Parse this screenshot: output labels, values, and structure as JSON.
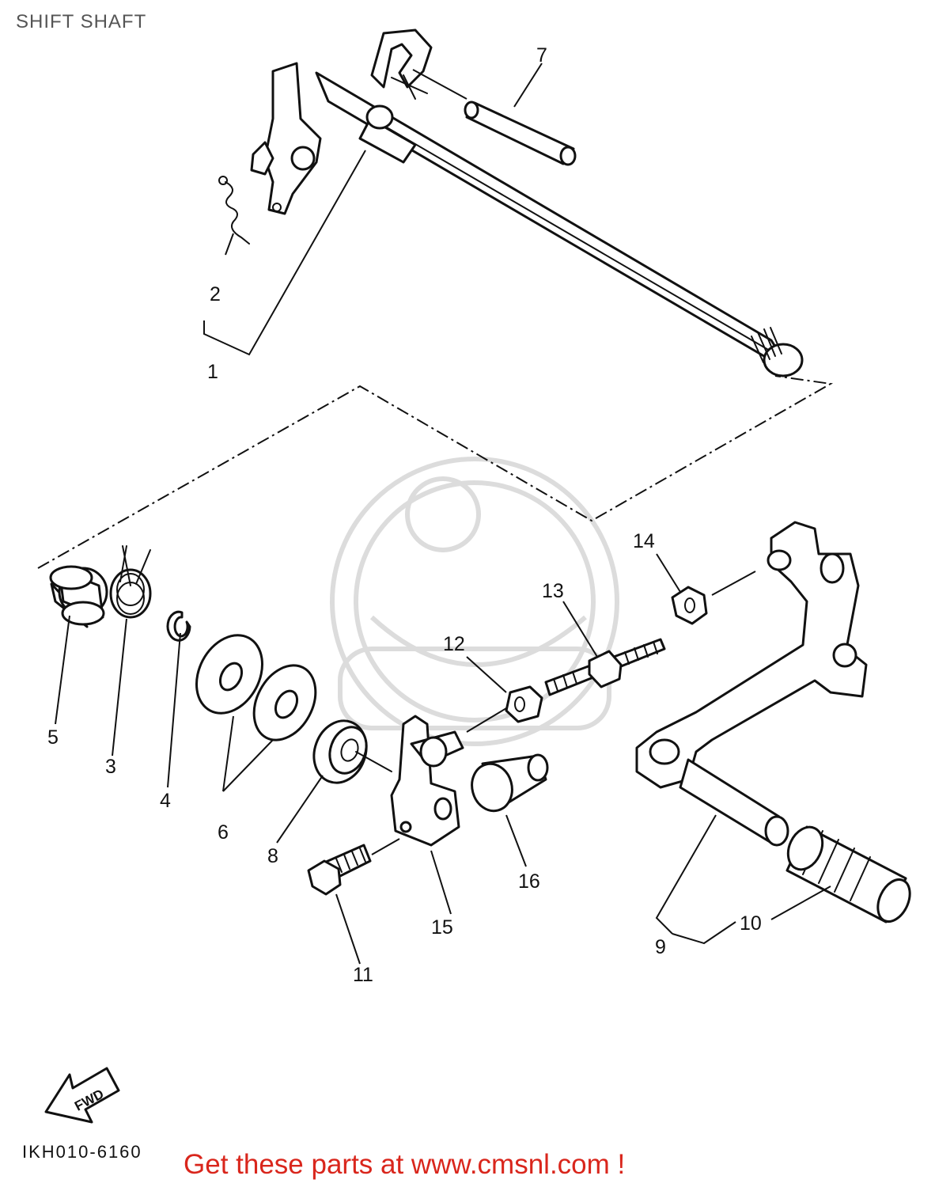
{
  "header": {
    "title": "SHIFT SHAFT"
  },
  "diagram": {
    "callouts": [
      {
        "id": "1",
        "label": "1"
      },
      {
        "id": "2",
        "label": "2"
      },
      {
        "id": "3",
        "label": "3"
      },
      {
        "id": "4",
        "label": "4"
      },
      {
        "id": "5",
        "label": "5"
      },
      {
        "id": "6",
        "label": "6"
      },
      {
        "id": "7",
        "label": "7"
      },
      {
        "id": "8",
        "label": "8"
      },
      {
        "id": "9",
        "label": "9"
      },
      {
        "id": "10",
        "label": "10"
      },
      {
        "id": "11",
        "label": "11"
      },
      {
        "id": "12",
        "label": "12"
      },
      {
        "id": "13",
        "label": "13"
      },
      {
        "id": "14",
        "label": "14"
      },
      {
        "id": "15",
        "label": "15"
      },
      {
        "id": "16",
        "label": "16"
      }
    ],
    "fwd_label": "FWD",
    "part_code": "IKH010-6160"
  },
  "footer": {
    "link_text": "Get these parts at www.cmsnl.com !"
  },
  "colors": {
    "ink": "#111111",
    "footer_link": "#d9261c",
    "title": "#555555",
    "watermark": "#dcdcdc"
  }
}
